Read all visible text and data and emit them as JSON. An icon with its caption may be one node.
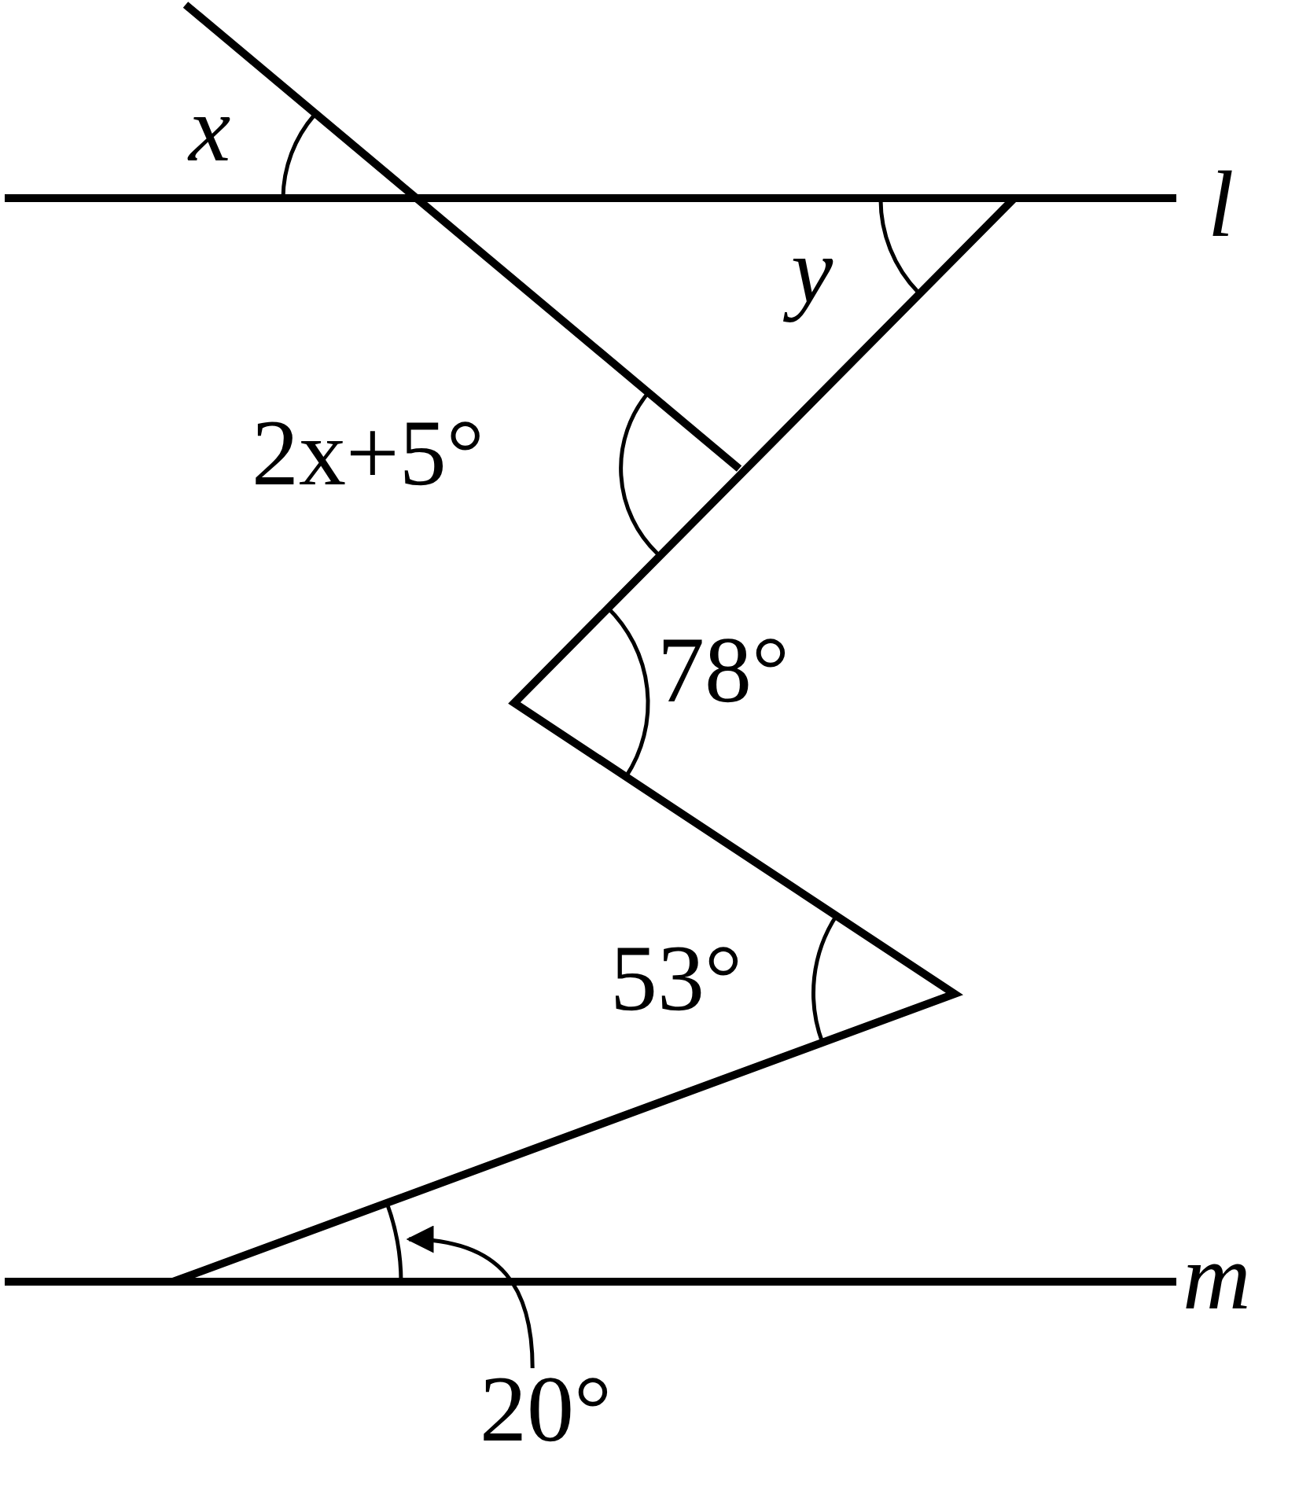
{
  "diagram": {
    "nodes": [
      {
        "text": [
          "20°"
        ]
      },
      {
        "text": [],
        "shape": "arc"
      }
    ],
    "edges": [
      {
        "from": 0,
        "to": 1,
        "arrow": "to"
      }
    ],
    "labels": [
      "x",
      "l",
      "y",
      "2x+5°",
      "78°",
      "53°",
      "m"
    ]
  }
}
